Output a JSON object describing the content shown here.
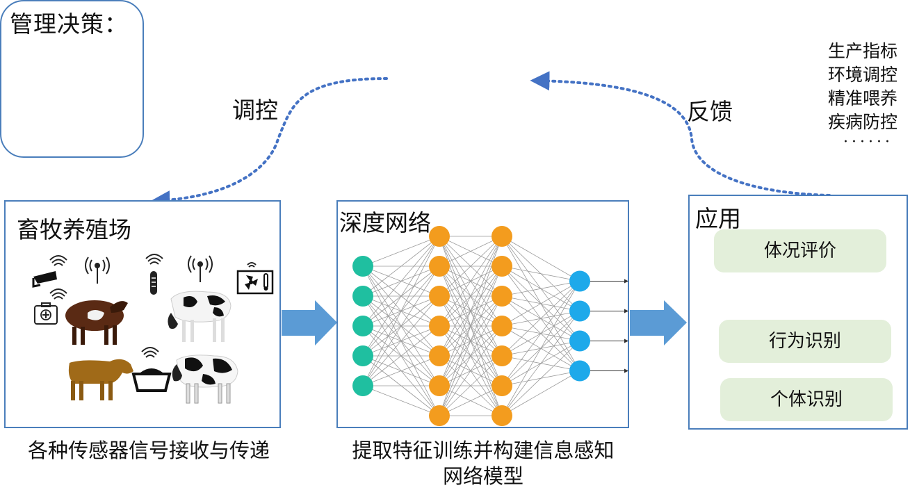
{
  "management": {
    "title": "管理决策：",
    "items": [
      "生产指标",
      "环境调控",
      "精准喂养",
      "疾病防控"
    ],
    "ellipsis": "······"
  },
  "labels": {
    "control": "调控",
    "feedback": "反馈"
  },
  "farm": {
    "title": "畜牧养殖场",
    "caption": "各种传感器信号接收与传递"
  },
  "network": {
    "title": "深度网络",
    "caption_line1": "提取特征训练并构建信息感知",
    "caption_line2": "网络模型",
    "layers": [
      5,
      7,
      7,
      4
    ],
    "layer_colors": [
      "#1fbfa0",
      "#f39c1e",
      "#f39c1e",
      "#1ea9ea"
    ]
  },
  "application": {
    "title": "应用",
    "items": [
      "体况评价",
      "行为识别",
      "个体识别"
    ]
  },
  "colors": {
    "border": "#4a7ebb",
    "arrow": "#5b9bd5",
    "dotted": "#4472c4",
    "pill": "#e3efda"
  }
}
